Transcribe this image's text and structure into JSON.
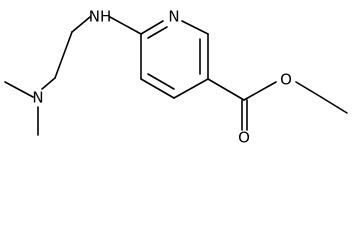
{
  "structure": {
    "atom_labels": {
      "nh": "NH",
      "n_ring": "N",
      "n_amine": "N",
      "o_carbonyl": "O",
      "o_ester": "O"
    }
  }
}
